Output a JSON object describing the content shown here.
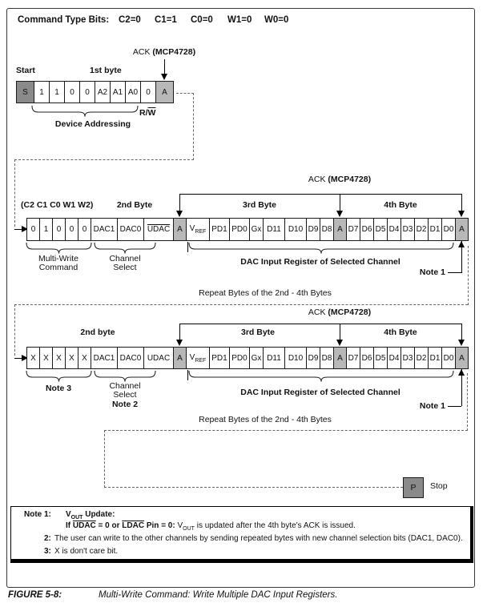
{
  "title": {
    "label": "Command Type Bits:",
    "bits": [
      "C2=0",
      "C1=1",
      "C0=0",
      "W1=0",
      "W0=0"
    ]
  },
  "ack": {
    "prefix": "ACK",
    "device": "(MCP4728)"
  },
  "section1": {
    "start_label": "Start",
    "byte_label": "1st byte",
    "cells": [
      {
        "t": "S",
        "s": "start"
      },
      {
        "t": "1"
      },
      {
        "t": "1"
      },
      {
        "t": "0"
      },
      {
        "t": "0"
      },
      {
        "t": "A2"
      },
      {
        "t": "A1"
      },
      {
        "t": "A0"
      },
      {
        "t": "0"
      },
      {
        "t": "A",
        "s": "ack"
      }
    ],
    "rw": {
      "pre": "R/",
      "w": "W"
    },
    "brace_label": "Device Addressing"
  },
  "section2": {
    "cmd_bits": "(C2 C1 C0 W1 W2)",
    "byte2": "2nd Byte",
    "cells": [
      {
        "t": "0"
      },
      {
        "t": "1"
      },
      {
        "t": "0"
      },
      {
        "t": "0"
      },
      {
        "t": "0"
      },
      {
        "t": "DAC1"
      },
      {
        "t": "DAC0"
      },
      {
        "t": "UDAC",
        "ov": true
      },
      {
        "t": "A",
        "s": "ack"
      },
      {
        "t": "V",
        "sub": "REF"
      },
      {
        "t": "PD1"
      },
      {
        "t": "PD0"
      },
      {
        "t": "Gx"
      },
      {
        "t": "D11"
      },
      {
        "t": "D10"
      },
      {
        "t": "D9"
      },
      {
        "t": "D8"
      },
      {
        "t": "A",
        "s": "ack"
      },
      {
        "t": "D7"
      },
      {
        "t": "D6"
      },
      {
        "t": "D5"
      },
      {
        "t": "D4"
      },
      {
        "t": "D3"
      },
      {
        "t": "D2"
      },
      {
        "t": "D1"
      },
      {
        "t": "D0"
      },
      {
        "t": "A",
        "s": "ack"
      }
    ],
    "multi_write": [
      "Multi-Write",
      "Command"
    ]
  },
  "section3": {
    "byte2": "2nd byte",
    "cells": [
      {
        "t": "X"
      },
      {
        "t": "X"
      },
      {
        "t": "X"
      },
      {
        "t": "X"
      },
      {
        "t": "X"
      },
      {
        "t": "DAC1"
      },
      {
        "t": "DAC0"
      },
      {
        "t": "UDAC"
      },
      {
        "t": "A",
        "s": "ack"
      },
      {
        "t": "V",
        "sub": "REF"
      },
      {
        "t": "PD1"
      },
      {
        "t": "PD0"
      },
      {
        "t": "Gx"
      },
      {
        "t": "D11"
      },
      {
        "t": "D10"
      },
      {
        "t": "D9"
      },
      {
        "t": "D8"
      },
      {
        "t": "A",
        "s": "ack"
      },
      {
        "t": "D7"
      },
      {
        "t": "D6"
      },
      {
        "t": "D5"
      },
      {
        "t": "D4"
      },
      {
        "t": "D3"
      },
      {
        "t": "D2"
      },
      {
        "t": "D1"
      },
      {
        "t": "D0"
      },
      {
        "t": "A",
        "s": "ack"
      }
    ],
    "note3": "Note 3",
    "note2": "Note 2"
  },
  "shared": {
    "byte3": "3rd Byte",
    "byte4": "4th Byte",
    "channel": [
      "Channel",
      "Select"
    ],
    "dac_input": "DAC Input Register of Selected Channel",
    "note1": "Note 1",
    "repeat": "Repeat Bytes of the 2nd - 4th Bytes"
  },
  "stop": {
    "p": "P",
    "label": "Stop"
  },
  "notes": {
    "heading": "Note",
    "n1": {
      "num": "1:",
      "v": "V",
      "vsub": "OUT",
      "t1": " Update:",
      "b_if": "If ",
      "udac": "UDAC",
      "b_m1": " = 0 or ",
      "ldac": "LDAC",
      "b_m2": " Pin = 0: ",
      "rest_v": "V",
      "rest_vsub": "OUT",
      "rest": " is updated after the 4th byte's ACK is issued."
    },
    "n2": {
      "num": "2:",
      "text": "The user can write to the other channels by sending repeated bytes with new channel selection bits (DAC1, DAC0)."
    },
    "n3": {
      "num": "3:",
      "text": "X is don't care bit."
    }
  },
  "caption": {
    "figure": "FIGURE 5-8:",
    "text": "Multi-Write Command: Write Multiple DAC Input Registers."
  }
}
